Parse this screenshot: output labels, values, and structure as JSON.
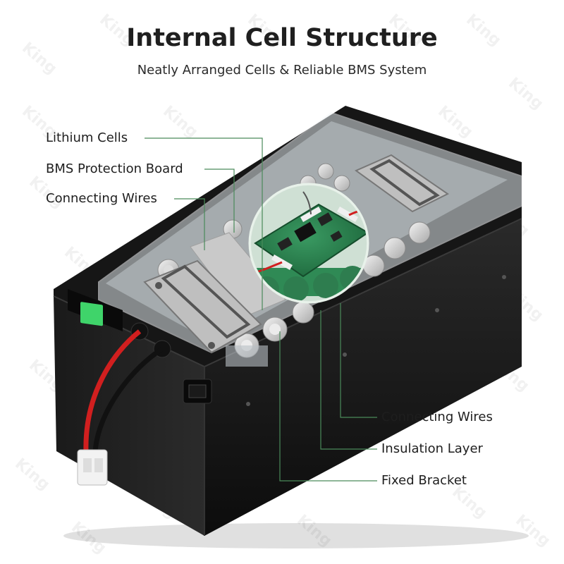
{
  "title": "Internal Cell Structure",
  "subtitle": "Neatly Arranged Cells & Reliable BMS System",
  "watermark": "King",
  "labels": {
    "lithium_cells": "Lithium Cells",
    "bms_board": "BMS Protection Board",
    "connecting_wires_left": "Connecting Wires",
    "connecting_wires_right": "Connecting Wires",
    "insulation_layer": "Insulation Layer",
    "fixed_bracket": "Fixed Bracket"
  },
  "colors": {
    "leader_line": "#4a8a5a",
    "battery_case": "#1c1c1c",
    "pcb_green": "#2e7d4f",
    "display_green": "#3fd46a",
    "wire_red": "#d11f1f"
  }
}
